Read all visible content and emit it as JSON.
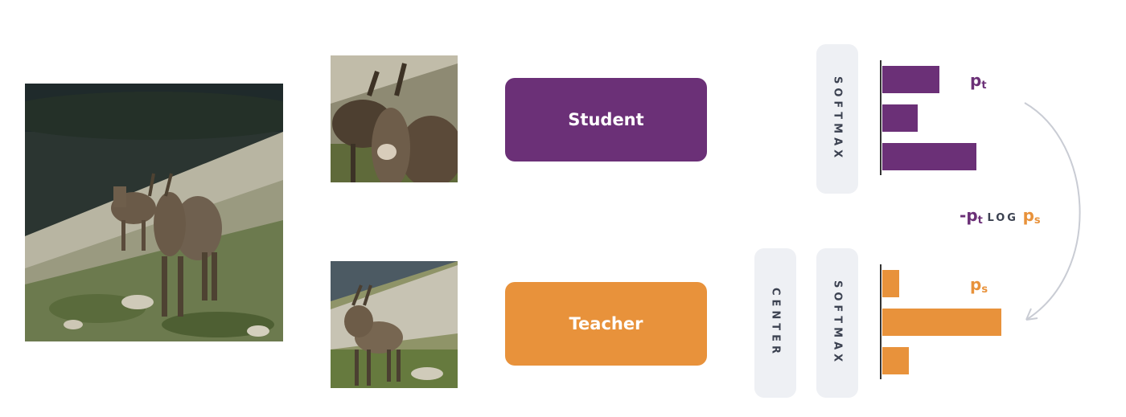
{
  "colors": {
    "student": "#6b3077",
    "teacher": "#e8923b",
    "pill_bg": "#eef0f4",
    "pill_text": "#3b4150",
    "arrow": "#c9ccd4"
  },
  "images": {
    "original": "ibex-photo",
    "crop_student": "ibex-crop-closeup",
    "crop_teacher": "ibex-crop-wide"
  },
  "models": {
    "student_label": "Student",
    "teacher_label": "Teacher"
  },
  "ops": {
    "softmax_label": "SOFTMAX",
    "center_label": "CENTER"
  },
  "distributions": {
    "student": {
      "label_main": "p",
      "label_sub": "t",
      "values": [
        0.48,
        0.3,
        0.79
      ]
    },
    "teacher": {
      "label_main": "p",
      "label_sub": "s",
      "values": [
        0.14,
        1.0,
        0.22
      ]
    }
  },
  "loss": {
    "prefix": "-",
    "pt_main": "p",
    "pt_sub": "t",
    "op": "LOG",
    "ps_main": "p",
    "ps_sub": "s"
  }
}
